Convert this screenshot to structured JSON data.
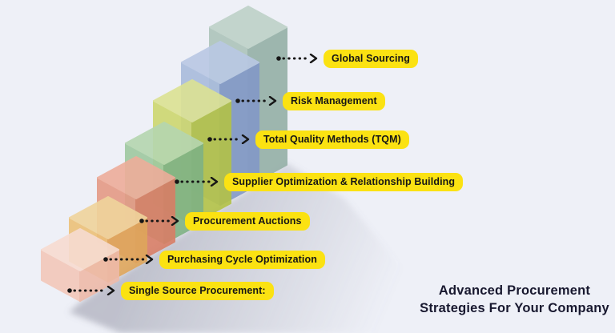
{
  "background_color": "#eef0f7",
  "accent_yellow": "#fbe212",
  "arrow_color": "#161616",
  "title": {
    "line1": "Advanced Procurement",
    "line2": "Strategies For Your Company",
    "color": "#18182f"
  },
  "steps": [
    {
      "label": "Single Source Procurement:",
      "colors": {
        "top": "#f7dcd1",
        "left": "#f3c8ba",
        "right": "#eebaa9"
      }
    },
    {
      "label": "Purchasing Cycle Optimization",
      "colors": {
        "top": "#f0d49c",
        "left": "#ecc178",
        "right": "#dfa65b"
      }
    },
    {
      "label": "Procurement Auctions",
      "colors": {
        "top": "#edad9a",
        "left": "#e59a85",
        "right": "#d87e66"
      }
    },
    {
      "label": "Supplier Optimization & Relationship Building",
      "colors": {
        "top": "#b5d6b0",
        "left": "#9fc9a0",
        "right": "#7fb284"
      }
    },
    {
      "label": "Total Quality Methods (TQM)",
      "colors": {
        "top": "#dce293",
        "left": "#cdd76f",
        "right": "#b3c247"
      }
    },
    {
      "label": "Risk Management",
      "colors": {
        "top": "#b9c8e4",
        "left": "#a9bbdc",
        "right": "#8399c7"
      }
    },
    {
      "label": "Global Sourcing",
      "colors": {
        "top": "#bed1c8",
        "left": "#adc4bb",
        "right": "#95b0a7"
      }
    }
  ]
}
